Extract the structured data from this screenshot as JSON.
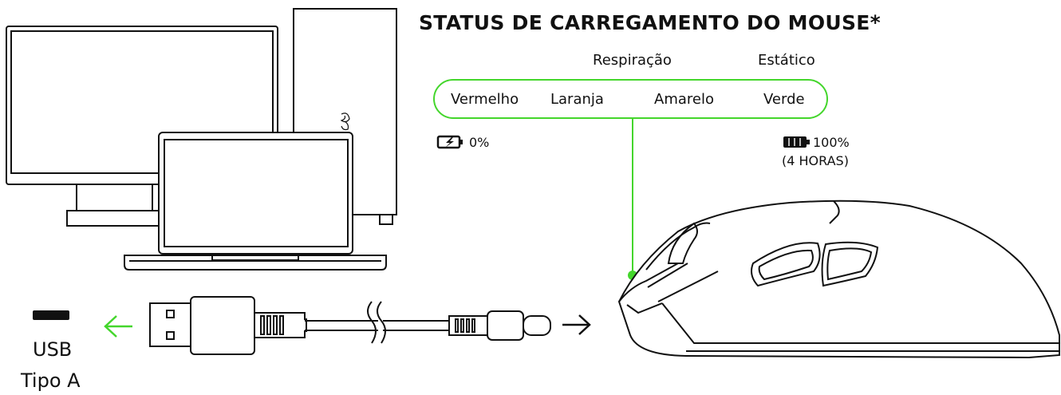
{
  "title": "STATUS DE CARREGAMENTO DO MOUSE*",
  "modes": {
    "breathing": "Respiração",
    "static": "Estático"
  },
  "colors_row": [
    "Vermelho",
    "Laranja",
    "Amarelo",
    "Verde"
  ],
  "battery_low": {
    "percent": "0%",
    "icon": "battery-charging-icon"
  },
  "battery_full": {
    "percent": "100%",
    "time": "(4 HORAS)",
    "icon": "battery-full-icon"
  },
  "usb": {
    "line1": "USB",
    "line2": "Tipo A"
  },
  "accent_color": "#44d62c"
}
